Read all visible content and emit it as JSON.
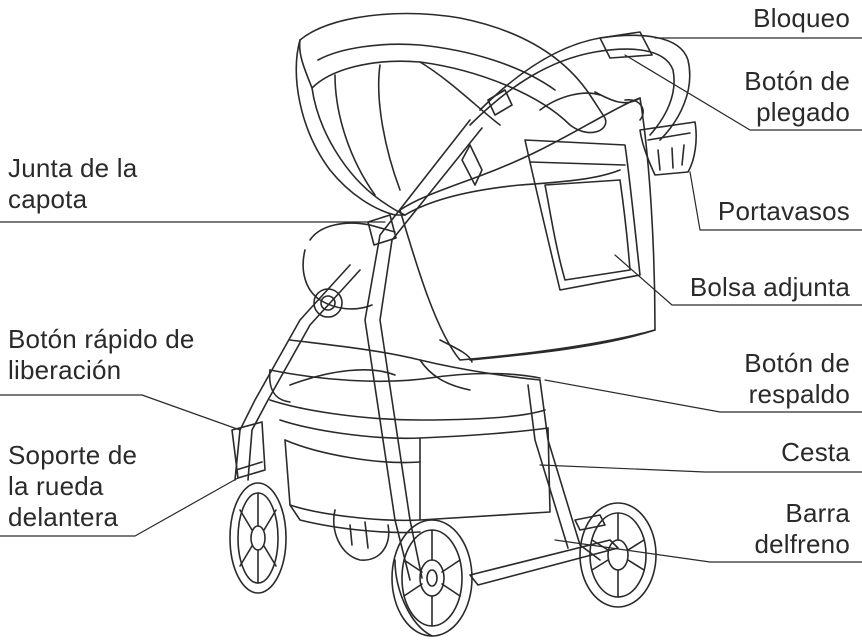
{
  "labels": {
    "bloqueo": "Bloqueo",
    "boton_plegado_1": "Botón de",
    "boton_plegado_2": "plegado",
    "portavasos": "Portavasos",
    "bolsa_adjunta": "Bolsa adjunta",
    "boton_respaldo_1": "Botón de",
    "boton_respaldo_2": "respaldo",
    "cesta": "Cesta",
    "barra_freno_1": "Barra",
    "barra_freno_2": "delfreno",
    "junta_capota_1": "Junta de la",
    "junta_capota_2": "capota",
    "boton_liberacion_1": "Botón rápido de",
    "boton_liberacion_2": "liberación",
    "soporte_rueda_1": "Soporte de",
    "soporte_rueda_2": "la rueda",
    "soporte_rueda_3": "delantera"
  },
  "colors": {
    "line": "#2a2a2a",
    "text": "#2a2a2a",
    "background": "#ffffff"
  }
}
